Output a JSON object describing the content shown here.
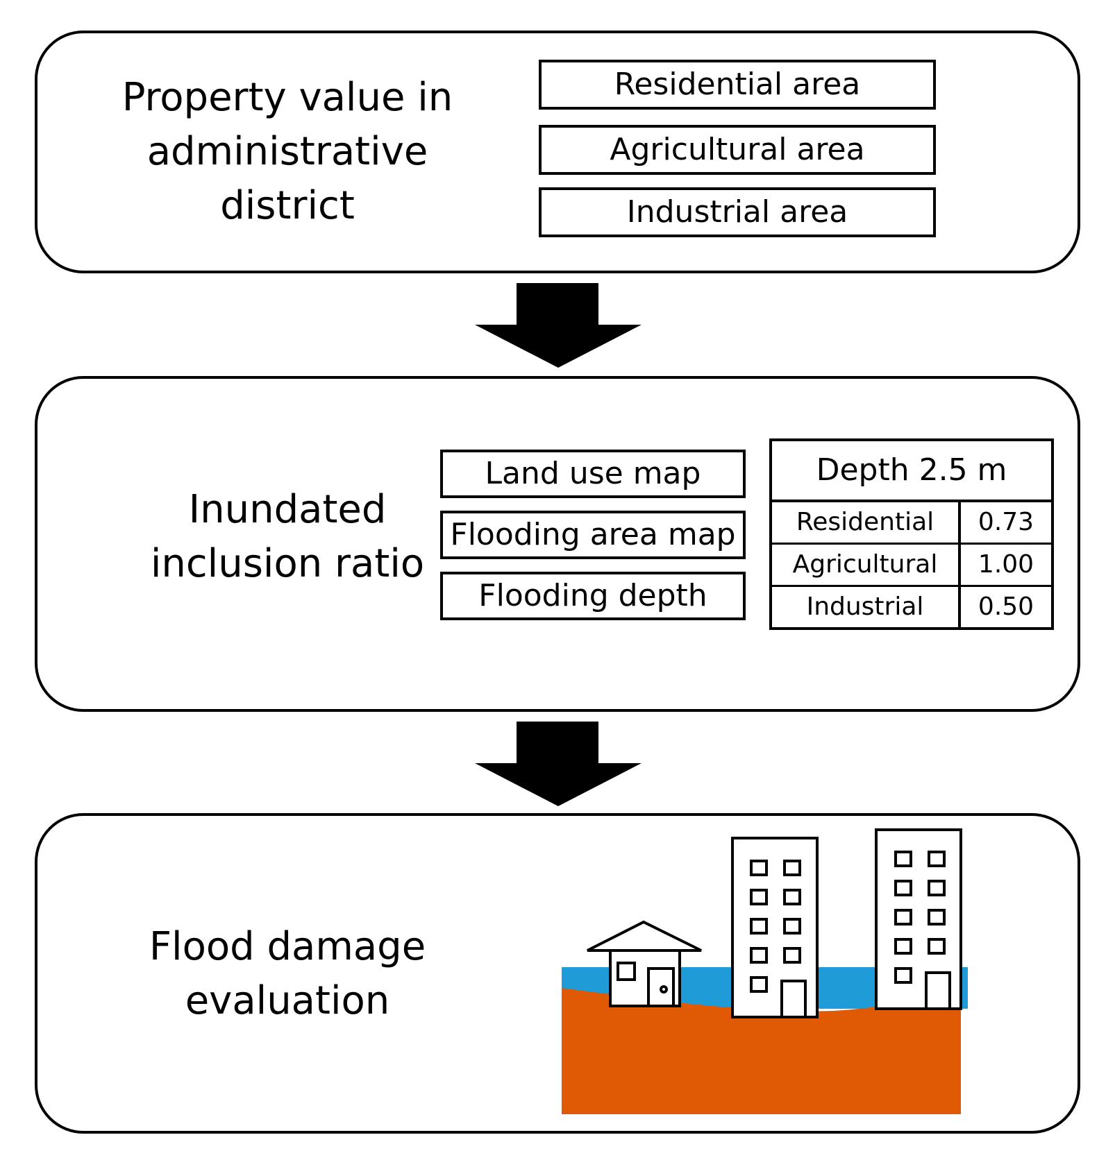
{
  "panel1": {
    "title_lines": [
      "Property value in",
      "administrative",
      "district"
    ],
    "areas": [
      "Residential area",
      "Agricultural area",
      "Industrial area"
    ]
  },
  "panel2": {
    "title_lines": [
      "Inundated",
      "inclusion ratio"
    ],
    "inputs": [
      "Land use map",
      "Flooding area map",
      "Flooding depth"
    ],
    "table": {
      "header": "Depth 2.5 m",
      "rows": [
        {
          "label": "Residential",
          "value": "0.73"
        },
        {
          "label": "Agricultural",
          "value": "1.00"
        },
        {
          "label": "Industrial",
          "value": "0.50"
        }
      ]
    }
  },
  "panel3": {
    "title_lines": [
      "Flood damage",
      "evaluation"
    ]
  },
  "colors": {
    "water": "#1f9bd7",
    "ground": "#e05a06",
    "stroke": "#000000"
  }
}
